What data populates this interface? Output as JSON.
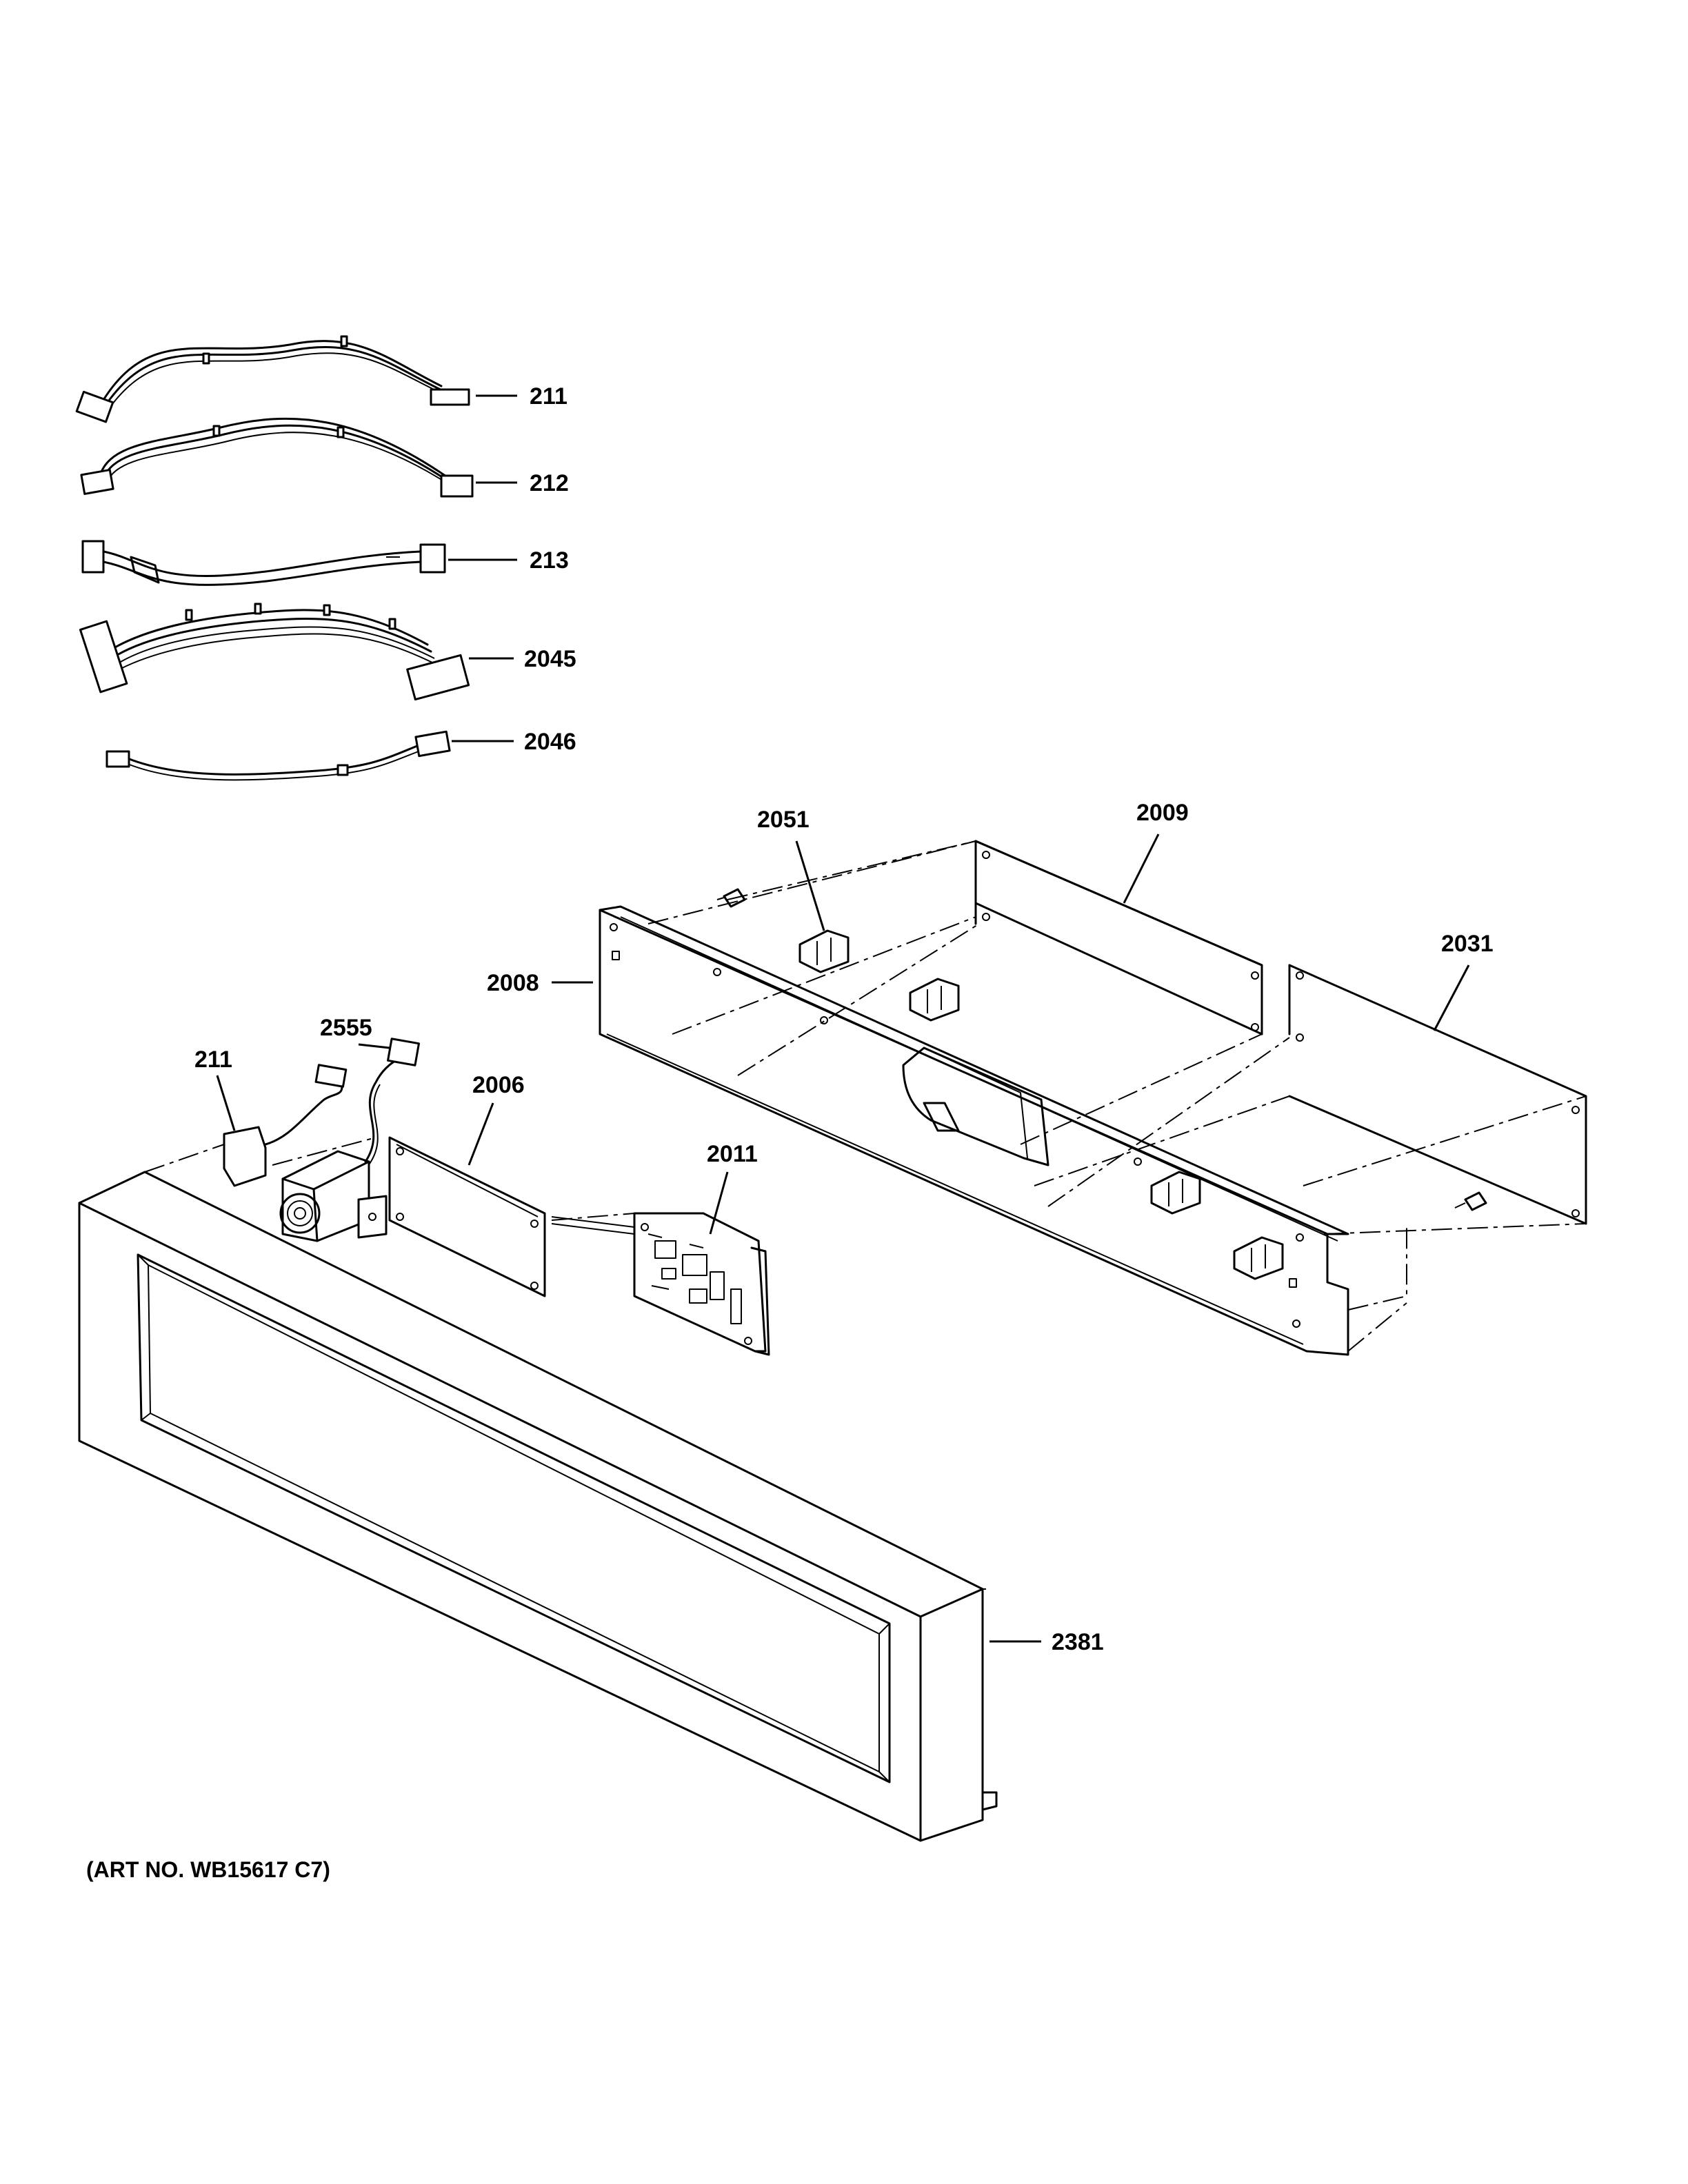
{
  "callouts": {
    "c211a": "211",
    "c212": "212",
    "c213": "213",
    "c2045": "2045",
    "c2046": "2046",
    "c2051": "2051",
    "c2009": "2009",
    "c2031": "2031",
    "c2008": "2008",
    "c2555": "2555",
    "c211b": "211",
    "c2006": "2006",
    "c2011": "2011",
    "c2381": "2381"
  },
  "art_number": "(ART NO. WB15617 C7)"
}
